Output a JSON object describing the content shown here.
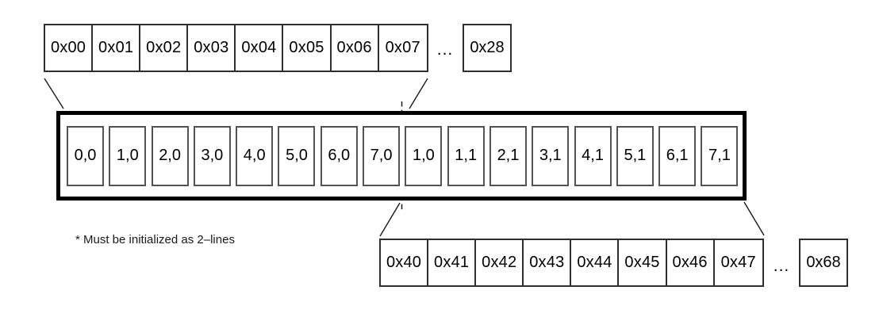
{
  "diagram": {
    "footnote": "* Must be initialized as 2–lines",
    "line1": {
      "cells": [
        "0x00",
        "0x01",
        "0x02",
        "0x03",
        "0x04",
        "0x05",
        "0x06",
        "0x07"
      ],
      "ellipsis": "...",
      "end_cell": "0x28"
    },
    "line2": {
      "cells": [
        "0x40",
        "0x41",
        "0x42",
        "0x43",
        "0x44",
        "0x45",
        "0x46",
        "0x47"
      ],
      "ellipsis": "...",
      "end_cell": "0x68"
    },
    "display": {
      "cells": [
        "0,0",
        "1,0",
        "2,0",
        "3,0",
        "4,0",
        "5,0",
        "6,0",
        "7,0",
        "1,0",
        "1,1",
        "2,1",
        "3,1",
        "4,1",
        "5,1",
        "6,1",
        "7,1"
      ]
    },
    "colors": {
      "background": "#ffffff",
      "connector_line": "#1a1a1a",
      "thin_border": "#2f2f2f",
      "cell_border": "#525252",
      "frame_border": "#000000"
    }
  }
}
